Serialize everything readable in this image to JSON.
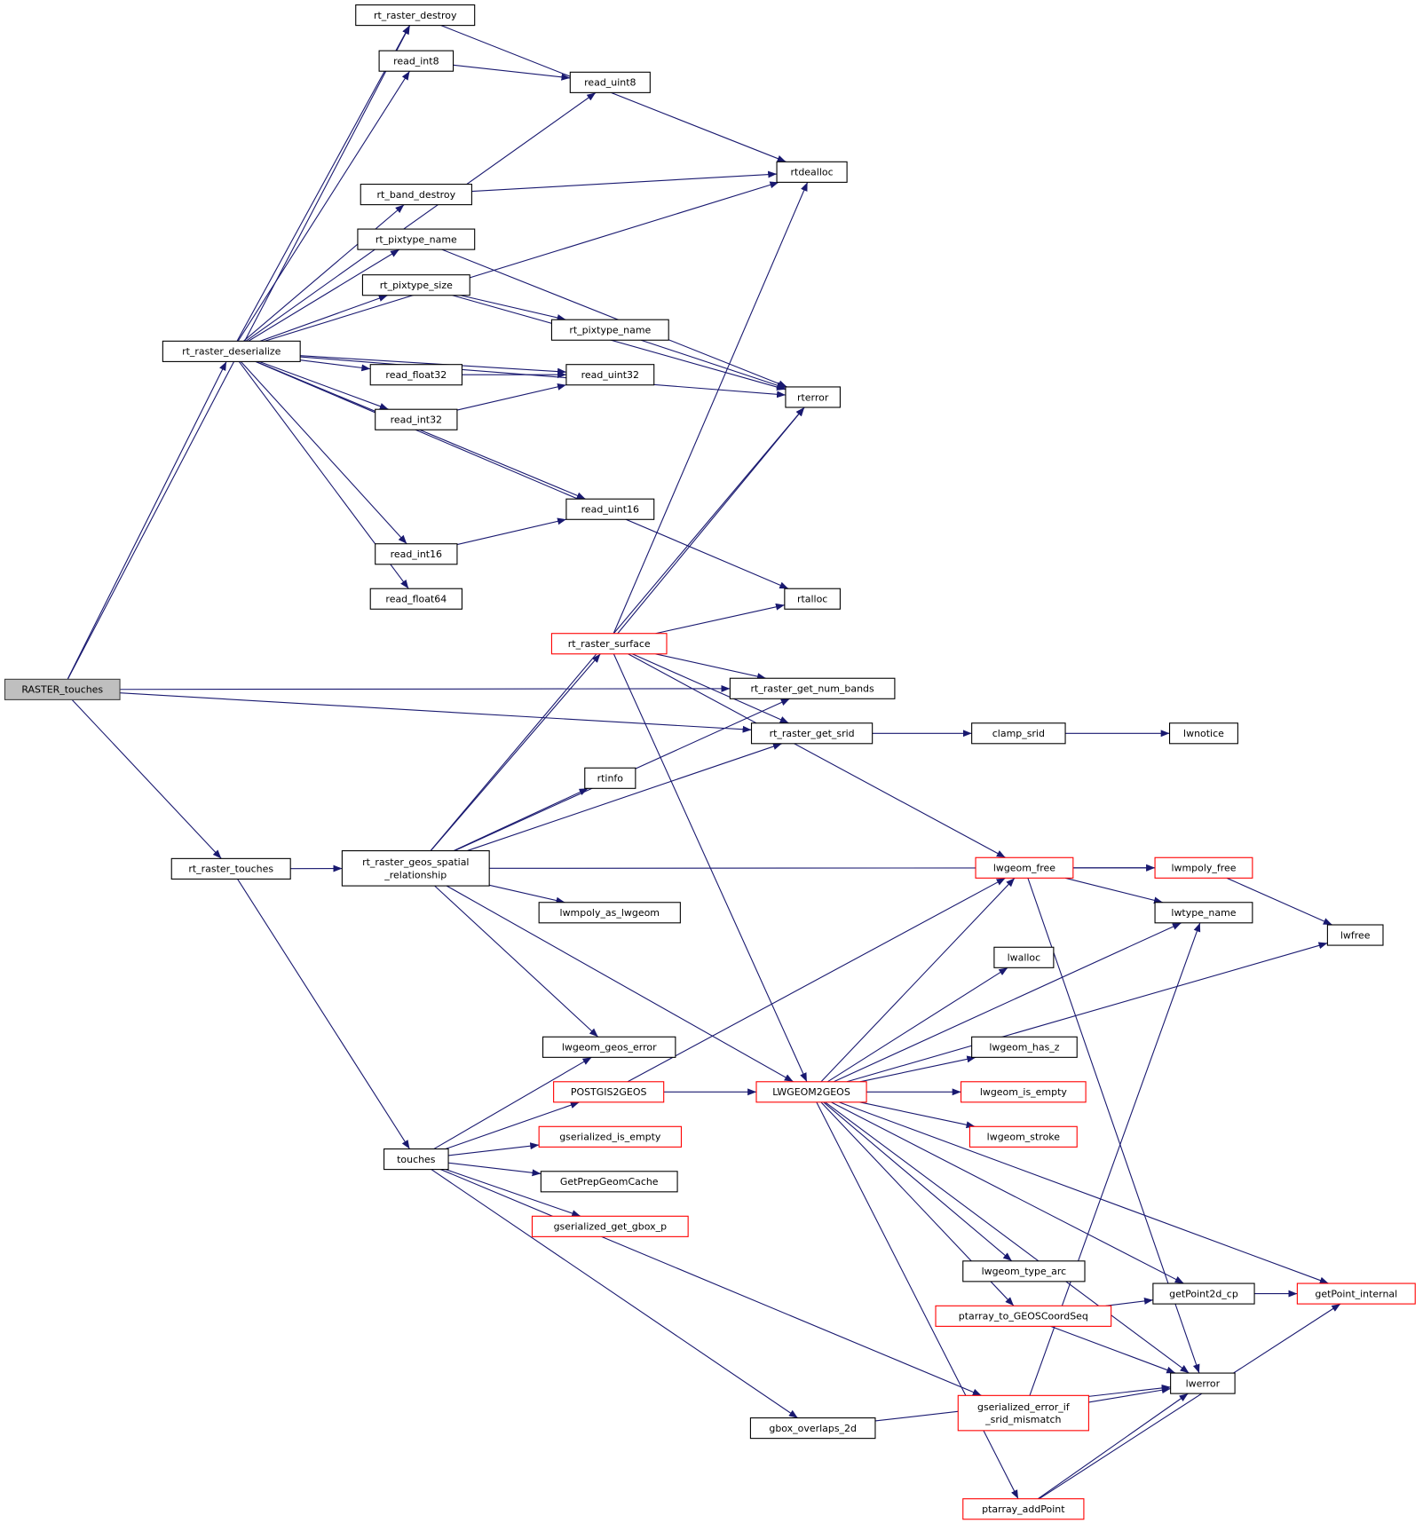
{
  "graph": {
    "title": "RASTER_touches call graph",
    "edge_color": "#191970",
    "highlight_border_color": "#ff0000",
    "root_fill": "#bfbfbf",
    "nodes": [
      {
        "id": "RASTER_touches",
        "label": [
          "RASTER_touches"
        ],
        "style": "root"
      },
      {
        "id": "rt_raster_destroy",
        "label": [
          "rt_raster_destroy"
        ]
      },
      {
        "id": "read_int8",
        "label": [
          "read_int8"
        ]
      },
      {
        "id": "read_uint8",
        "label": [
          "read_uint8"
        ]
      },
      {
        "id": "rtdealloc",
        "label": [
          "rtdealloc"
        ]
      },
      {
        "id": "rt_band_destroy",
        "label": [
          "rt_band_destroy"
        ]
      },
      {
        "id": "rt_pixtype_name",
        "label": [
          "rt_pixtype_name"
        ]
      },
      {
        "id": "rt_pixtype_size",
        "label": [
          "rt_pixtype_size"
        ]
      },
      {
        "id": "rt_pixtype_name_2",
        "label": [
          "rt_pixtype_name"
        ]
      },
      {
        "id": "rt_raster_deserialize",
        "label": [
          "rt_raster_deserialize"
        ]
      },
      {
        "id": "read_float32",
        "label": [
          "read_float32"
        ]
      },
      {
        "id": "read_uint32",
        "label": [
          "read_uint32"
        ]
      },
      {
        "id": "rterror",
        "label": [
          "rterror"
        ]
      },
      {
        "id": "read_int32",
        "label": [
          "read_int32"
        ]
      },
      {
        "id": "read_uint16",
        "label": [
          "read_uint16"
        ]
      },
      {
        "id": "read_int16",
        "label": [
          "read_int16"
        ]
      },
      {
        "id": "read_float64",
        "label": [
          "read_float64"
        ]
      },
      {
        "id": "rtalloc",
        "label": [
          "rtalloc"
        ]
      },
      {
        "id": "rt_raster_surface",
        "label": [
          "rt_raster_surface"
        ],
        "style": "red"
      },
      {
        "id": "rt_raster_get_num_bands",
        "label": [
          "rt_raster_get_num_bands"
        ]
      },
      {
        "id": "rt_raster_get_srid",
        "label": [
          "rt_raster_get_srid"
        ]
      },
      {
        "id": "clamp_srid",
        "label": [
          "clamp_srid"
        ]
      },
      {
        "id": "lwnotice",
        "label": [
          "lwnotice"
        ]
      },
      {
        "id": "rtinfo",
        "label": [
          "rtinfo"
        ]
      },
      {
        "id": "rt_raster_touches",
        "label": [
          "rt_raster_touches"
        ]
      },
      {
        "id": "rt_raster_geos_spatial_relationship",
        "label": [
          "rt_raster_geos_spatial",
          "_relationship"
        ]
      },
      {
        "id": "lwgeom_free",
        "label": [
          "lwgeom_free"
        ],
        "style": "red"
      },
      {
        "id": "lwmpoly_free",
        "label": [
          "lwmpoly_free"
        ],
        "style": "red"
      },
      {
        "id": "lwmpoly_as_lwgeom",
        "label": [
          "lwmpoly_as_lwgeom"
        ]
      },
      {
        "id": "lwtype_name",
        "label": [
          "lwtype_name"
        ]
      },
      {
        "id": "lwfree",
        "label": [
          "lwfree"
        ]
      },
      {
        "id": "lwalloc",
        "label": [
          "lwalloc"
        ]
      },
      {
        "id": "lwgeom_geos_error",
        "label": [
          "lwgeom_geos_error"
        ]
      },
      {
        "id": "lwgeom_has_z",
        "label": [
          "lwgeom_has_z"
        ]
      },
      {
        "id": "POSTGIS2GEOS",
        "label": [
          "POSTGIS2GEOS"
        ],
        "style": "red"
      },
      {
        "id": "LWGEOM2GEOS",
        "label": [
          "LWGEOM2GEOS"
        ],
        "style": "red"
      },
      {
        "id": "lwgeom_is_empty",
        "label": [
          "lwgeom_is_empty"
        ],
        "style": "red"
      },
      {
        "id": "touches",
        "label": [
          "touches"
        ]
      },
      {
        "id": "gserialized_is_empty",
        "label": [
          "gserialized_is_empty"
        ],
        "style": "red"
      },
      {
        "id": "lwgeom_stroke",
        "label": [
          "lwgeom_stroke"
        ],
        "style": "red"
      },
      {
        "id": "GetPrepGeomCache",
        "label": [
          "GetPrepGeomCache"
        ]
      },
      {
        "id": "gserialized_get_gbox_p",
        "label": [
          "gserialized_get_gbox_p"
        ],
        "style": "red"
      },
      {
        "id": "lwgeom_type_arc",
        "label": [
          "lwgeom_type_arc"
        ]
      },
      {
        "id": "getPoint2d_cp",
        "label": [
          "getPoint2d_cp"
        ]
      },
      {
        "id": "getPoint_internal",
        "label": [
          "getPoint_internal"
        ],
        "style": "red"
      },
      {
        "id": "ptarray_to_GEOSCoordSeq",
        "label": [
          "ptarray_to_GEOSCoordSeq"
        ],
        "style": "red"
      },
      {
        "id": "lwerror",
        "label": [
          "lwerror"
        ]
      },
      {
        "id": "gserialized_error_if_srid_mismatch",
        "label": [
          "gserialized_error_if",
          "_srid_mismatch"
        ],
        "style": "red"
      },
      {
        "id": "gbox_overlaps_2d",
        "label": [
          "gbox_overlaps_2d"
        ]
      },
      {
        "id": "ptarray_addPoint",
        "label": [
          "ptarray_addPoint"
        ],
        "style": "red"
      }
    ],
    "edges": [
      [
        "RASTER_touches",
        "rt_raster_destroy"
      ],
      [
        "RASTER_touches",
        "rt_raster_deserialize"
      ],
      [
        "RASTER_touches",
        "rt_raster_get_num_bands"
      ],
      [
        "RASTER_touches",
        "rt_raster_get_srid"
      ],
      [
        "RASTER_touches",
        "rt_raster_touches"
      ],
      [
        "rt_raster_destroy",
        "rtdealloc"
      ],
      [
        "read_int8",
        "read_uint8"
      ],
      [
        "rt_raster_deserialize",
        "rt_raster_destroy"
      ],
      [
        "rt_raster_deserialize",
        "read_int8"
      ],
      [
        "rt_raster_deserialize",
        "read_uint8"
      ],
      [
        "rt_raster_deserialize",
        "rtdealloc"
      ],
      [
        "rt_raster_deserialize",
        "rt_band_destroy"
      ],
      [
        "rt_raster_deserialize",
        "rt_pixtype_name"
      ],
      [
        "rt_raster_deserialize",
        "rt_pixtype_size"
      ],
      [
        "rt_raster_deserialize",
        "read_uint32"
      ],
      [
        "rt_raster_deserialize",
        "read_float32"
      ],
      [
        "rt_raster_deserialize",
        "read_int32"
      ],
      [
        "rt_raster_deserialize",
        "rterror"
      ],
      [
        "rt_raster_deserialize",
        "read_uint16"
      ],
      [
        "rt_raster_deserialize",
        "read_int16"
      ],
      [
        "rt_raster_deserialize",
        "read_float64"
      ],
      [
        "rt_raster_deserialize",
        "rtalloc"
      ],
      [
        "rt_band_destroy",
        "rtdealloc"
      ],
      [
        "rt_pixtype_name",
        "rterror"
      ],
      [
        "rt_pixtype_size",
        "rt_pixtype_name_2"
      ],
      [
        "rt_pixtype_size",
        "rterror"
      ],
      [
        "rt_pixtype_name_2",
        "rterror"
      ],
      [
        "read_float32",
        "read_uint32"
      ],
      [
        "read_int32",
        "read_uint32"
      ],
      [
        "read_int16",
        "read_uint16"
      ],
      [
        "rt_raster_surface",
        "rtdealloc"
      ],
      [
        "rt_raster_surface",
        "rterror"
      ],
      [
        "rt_raster_surface",
        "rtalloc"
      ],
      [
        "rt_raster_surface",
        "rt_raster_get_num_bands"
      ],
      [
        "rt_raster_surface",
        "rt_raster_get_srid"
      ],
      [
        "rt_raster_surface",
        "LWGEOM2GEOS"
      ],
      [
        "rt_raster_surface",
        "lwgeom_free"
      ],
      [
        "rt_raster_get_srid",
        "clamp_srid"
      ],
      [
        "clamp_srid",
        "lwnotice"
      ],
      [
        "rt_raster_touches",
        "rt_raster_geos_spatial_relationship"
      ],
      [
        "rt_raster_touches",
        "touches"
      ],
      [
        "rt_raster_geos_spatial_relationship",
        "rterror"
      ],
      [
        "rt_raster_geos_spatial_relationship",
        "rt_raster_surface"
      ],
      [
        "rt_raster_geos_spatial_relationship",
        "rtinfo"
      ],
      [
        "rt_raster_geos_spatial_relationship",
        "rt_raster_get_num_bands"
      ],
      [
        "rt_raster_geos_spatial_relationship",
        "rt_raster_get_srid"
      ],
      [
        "rt_raster_geos_spatial_relationship",
        "lwmpoly_free"
      ],
      [
        "rt_raster_geos_spatial_relationship",
        "lwmpoly_as_lwgeom"
      ],
      [
        "rt_raster_geos_spatial_relationship",
        "LWGEOM2GEOS"
      ],
      [
        "rt_raster_geos_spatial_relationship",
        "lwgeom_geos_error"
      ],
      [
        "lwgeom_free",
        "lwmpoly_free"
      ],
      [
        "lwgeom_free",
        "lwtype_name"
      ],
      [
        "lwgeom_free",
        "lwerror"
      ],
      [
        "lwmpoly_free",
        "lwfree"
      ],
      [
        "touches",
        "lwgeom_geos_error"
      ],
      [
        "touches",
        "POSTGIS2GEOS"
      ],
      [
        "touches",
        "gserialized_is_empty"
      ],
      [
        "touches",
        "GetPrepGeomCache"
      ],
      [
        "touches",
        "gserialized_get_gbox_p"
      ],
      [
        "touches",
        "gserialized_error_if_srid_mismatch"
      ],
      [
        "touches",
        "gbox_overlaps_2d"
      ],
      [
        "POSTGIS2GEOS",
        "LWGEOM2GEOS"
      ],
      [
        "POSTGIS2GEOS",
        "lwgeom_free"
      ],
      [
        "LWGEOM2GEOS",
        "lwgeom_free"
      ],
      [
        "LWGEOM2GEOS",
        "lwtype_name"
      ],
      [
        "LWGEOM2GEOS",
        "lwalloc"
      ],
      [
        "LWGEOM2GEOS",
        "lwfree"
      ],
      [
        "LWGEOM2GEOS",
        "lwgeom_has_z"
      ],
      [
        "LWGEOM2GEOS",
        "lwgeom_is_empty"
      ],
      [
        "LWGEOM2GEOS",
        "lwgeom_stroke"
      ],
      [
        "LWGEOM2GEOS",
        "getPoint_internal"
      ],
      [
        "LWGEOM2GEOS",
        "getPoint2d_cp"
      ],
      [
        "LWGEOM2GEOS",
        "lwgeom_type_arc"
      ],
      [
        "LWGEOM2GEOS",
        "ptarray_to_GEOSCoordSeq"
      ],
      [
        "LWGEOM2GEOS",
        "lwerror"
      ],
      [
        "LWGEOM2GEOS",
        "ptarray_addPoint"
      ],
      [
        "ptarray_to_GEOSCoordSeq",
        "getPoint2d_cp"
      ],
      [
        "ptarray_to_GEOSCoordSeq",
        "lwerror"
      ],
      [
        "getPoint2d_cp",
        "getPoint_internal"
      ],
      [
        "gserialized_error_if_srid_mismatch",
        "lwerror"
      ],
      [
        "gserialized_error_if_srid_mismatch",
        "lwtype_name"
      ],
      [
        "gbox_overlaps_2d",
        "lwerror"
      ],
      [
        "ptarray_addPoint",
        "lwerror"
      ],
      [
        "ptarray_addPoint",
        "getPoint_internal"
      ]
    ]
  }
}
